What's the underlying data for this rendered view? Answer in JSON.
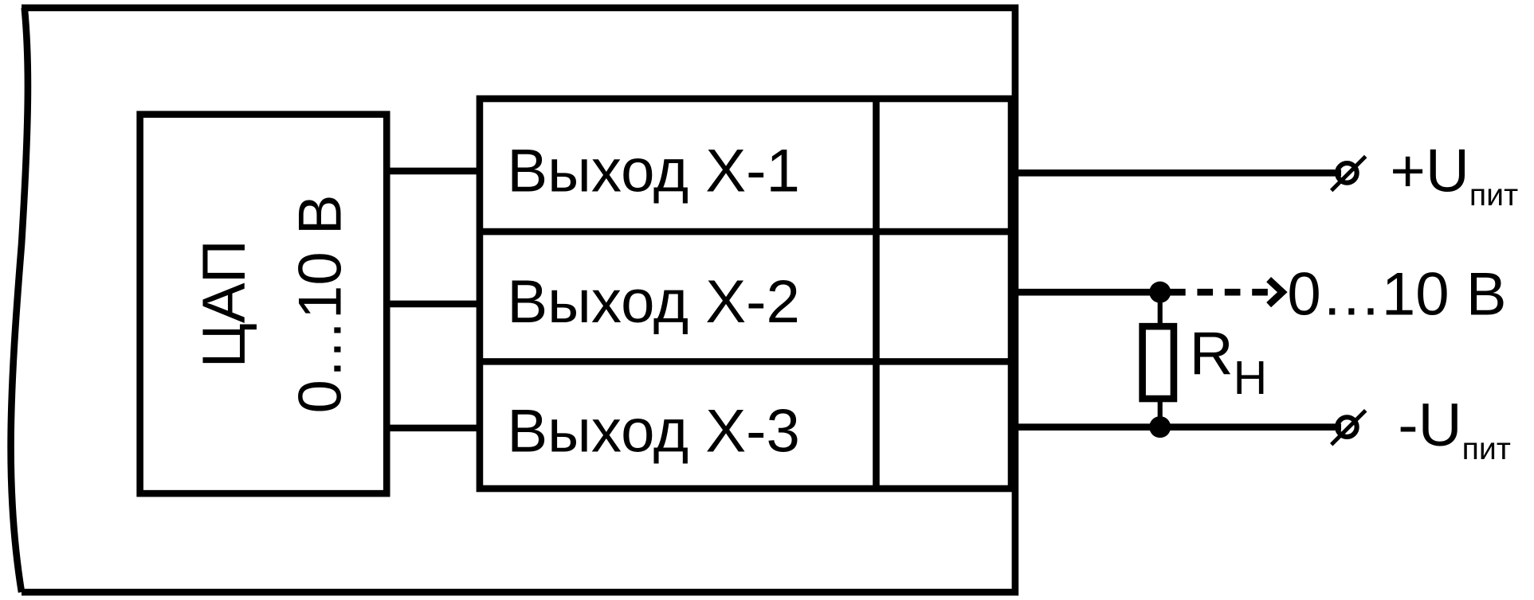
{
  "dac": {
    "title": "ЦАП",
    "range": "0…10 В"
  },
  "outputs": [
    {
      "label": "Выход Х-1"
    },
    {
      "label": "Выход Х-2"
    },
    {
      "label": "Выход Х-3"
    }
  ],
  "terminals": {
    "plus_supply": {
      "main": "+U",
      "sub": "пит"
    },
    "signal": "0…10 В",
    "minus_supply": {
      "main": "-U",
      "sub": "пит"
    }
  },
  "resistor": {
    "main": "R",
    "sub": "Н"
  },
  "colors": {
    "stroke": "#000000",
    "background": "#ffffff"
  }
}
